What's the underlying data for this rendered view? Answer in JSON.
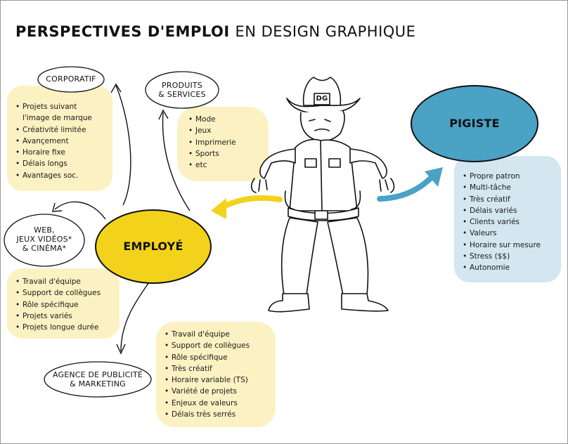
{
  "title": {
    "bold": "PERSPECTIVES D'EMPLOI",
    "rest": "EN DESIGN GRAPHIQUE"
  },
  "character": {
    "hat_badge": "DG"
  },
  "nodes": {
    "corporatif": "CORPORATIF",
    "produits_line1": "PRODUITS",
    "produits_line2": "& SERVICES",
    "pigiste": "PIGISTE",
    "employe": "EMPLOYÉ",
    "web_line1": "WEB,",
    "web_line2": "JEUX VIDÉOS*",
    "web_line3": "& CINÉMA*",
    "agence_line1": "AGENCE DE PUBLICITÉ",
    "agence_line2": "& MARKETING"
  },
  "lists": {
    "corporatif_first_a": "Projets suivant",
    "corporatif_first_b": "l'image de marque",
    "corporatif": [
      "Créativité limitée",
      "Avançement",
      "Horaire fixe",
      "Délais longs",
      "Avantages soc."
    ],
    "produits": [
      "Mode",
      "Jeux",
      "Imprimerie",
      "Sports",
      "etc"
    ],
    "pigiste": [
      "Propre patron",
      "Multi-tâche",
      "Très créatif",
      "Délais variés",
      "Clients variés",
      "Valeurs",
      "Horaire sur mesure",
      "Stress ($$)",
      "Autonomie"
    ],
    "web": [
      "Travail d'équipe",
      "Support de collègues",
      "Rôle spécifique",
      "Projets variés",
      "Projets longue durée"
    ],
    "agence": [
      "Travail d'équipe",
      "Support de collègues",
      "Rôle spécifique",
      "Très créatif",
      "Horaire variable (TS)",
      "Variété de projets",
      "Enjeux de valeurs",
      "Délais très serrés"
    ]
  },
  "colors": {
    "yellow": "#f3d21b",
    "blue": "#4aa2c4",
    "pale_yellow": "#fbf1c2",
    "pale_blue": "#d4e6ef"
  }
}
